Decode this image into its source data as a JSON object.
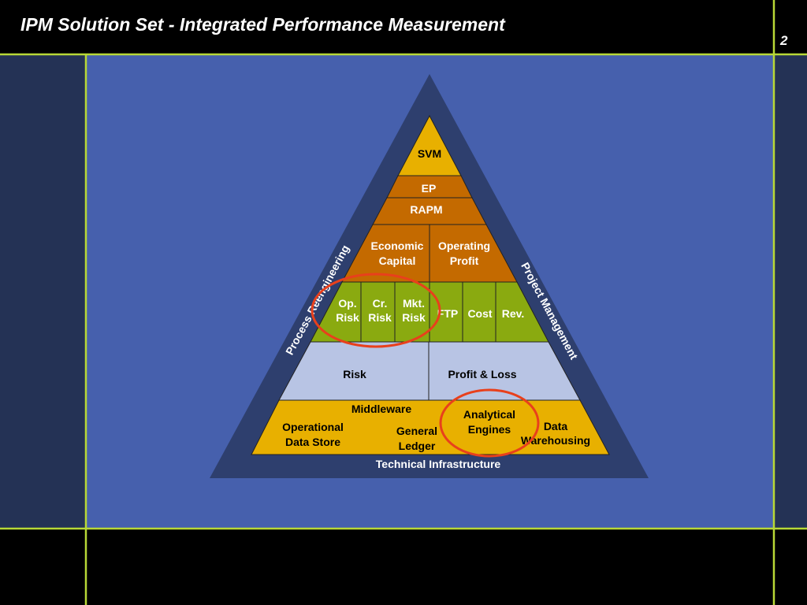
{
  "slide": {
    "title": "IPM Solution Set - Integrated Performance Measurement",
    "number": "2"
  },
  "pyramid": {
    "svm": "SVM",
    "ep": "EP",
    "rapm": "RAPM",
    "economic_capital": [
      "Economic",
      "Capital"
    ],
    "operating_profit": [
      "Operating",
      "Profit"
    ],
    "op_risk": [
      "Op.",
      "Risk"
    ],
    "cr_risk": [
      "Cr.",
      "Risk"
    ],
    "mkt_risk": [
      "Mkt.",
      "Risk"
    ],
    "ftp": "FTP",
    "cost": "Cost",
    "rev": "Rev.",
    "risk": "Risk",
    "profit_loss": "Profit & Loss",
    "middleware": "Middleware",
    "operational_data_store": [
      "Operational",
      "Data Store"
    ],
    "general_ledger": [
      "General",
      "Ledger"
    ],
    "analytical_engines": [
      "Analytical",
      "Engines"
    ],
    "data_warehousing": [
      "Data",
      "Warehousing"
    ]
  },
  "frame_labels": {
    "left_side": "Process Reengineering",
    "right_side": "Project Management",
    "base": "Technical Infrastructure"
  },
  "colors": {
    "background_black": "#000000",
    "panel_blue": "#4660ad",
    "side_navy": "#243255",
    "frame_navy": "#2e3f6e",
    "accent_line": "#b8d836",
    "gold": "#e8b000",
    "orange": "#c46a00",
    "green": "#8aaa10",
    "pale_blue": "#b8c4e4",
    "highlight_circle": "#e8401c"
  }
}
